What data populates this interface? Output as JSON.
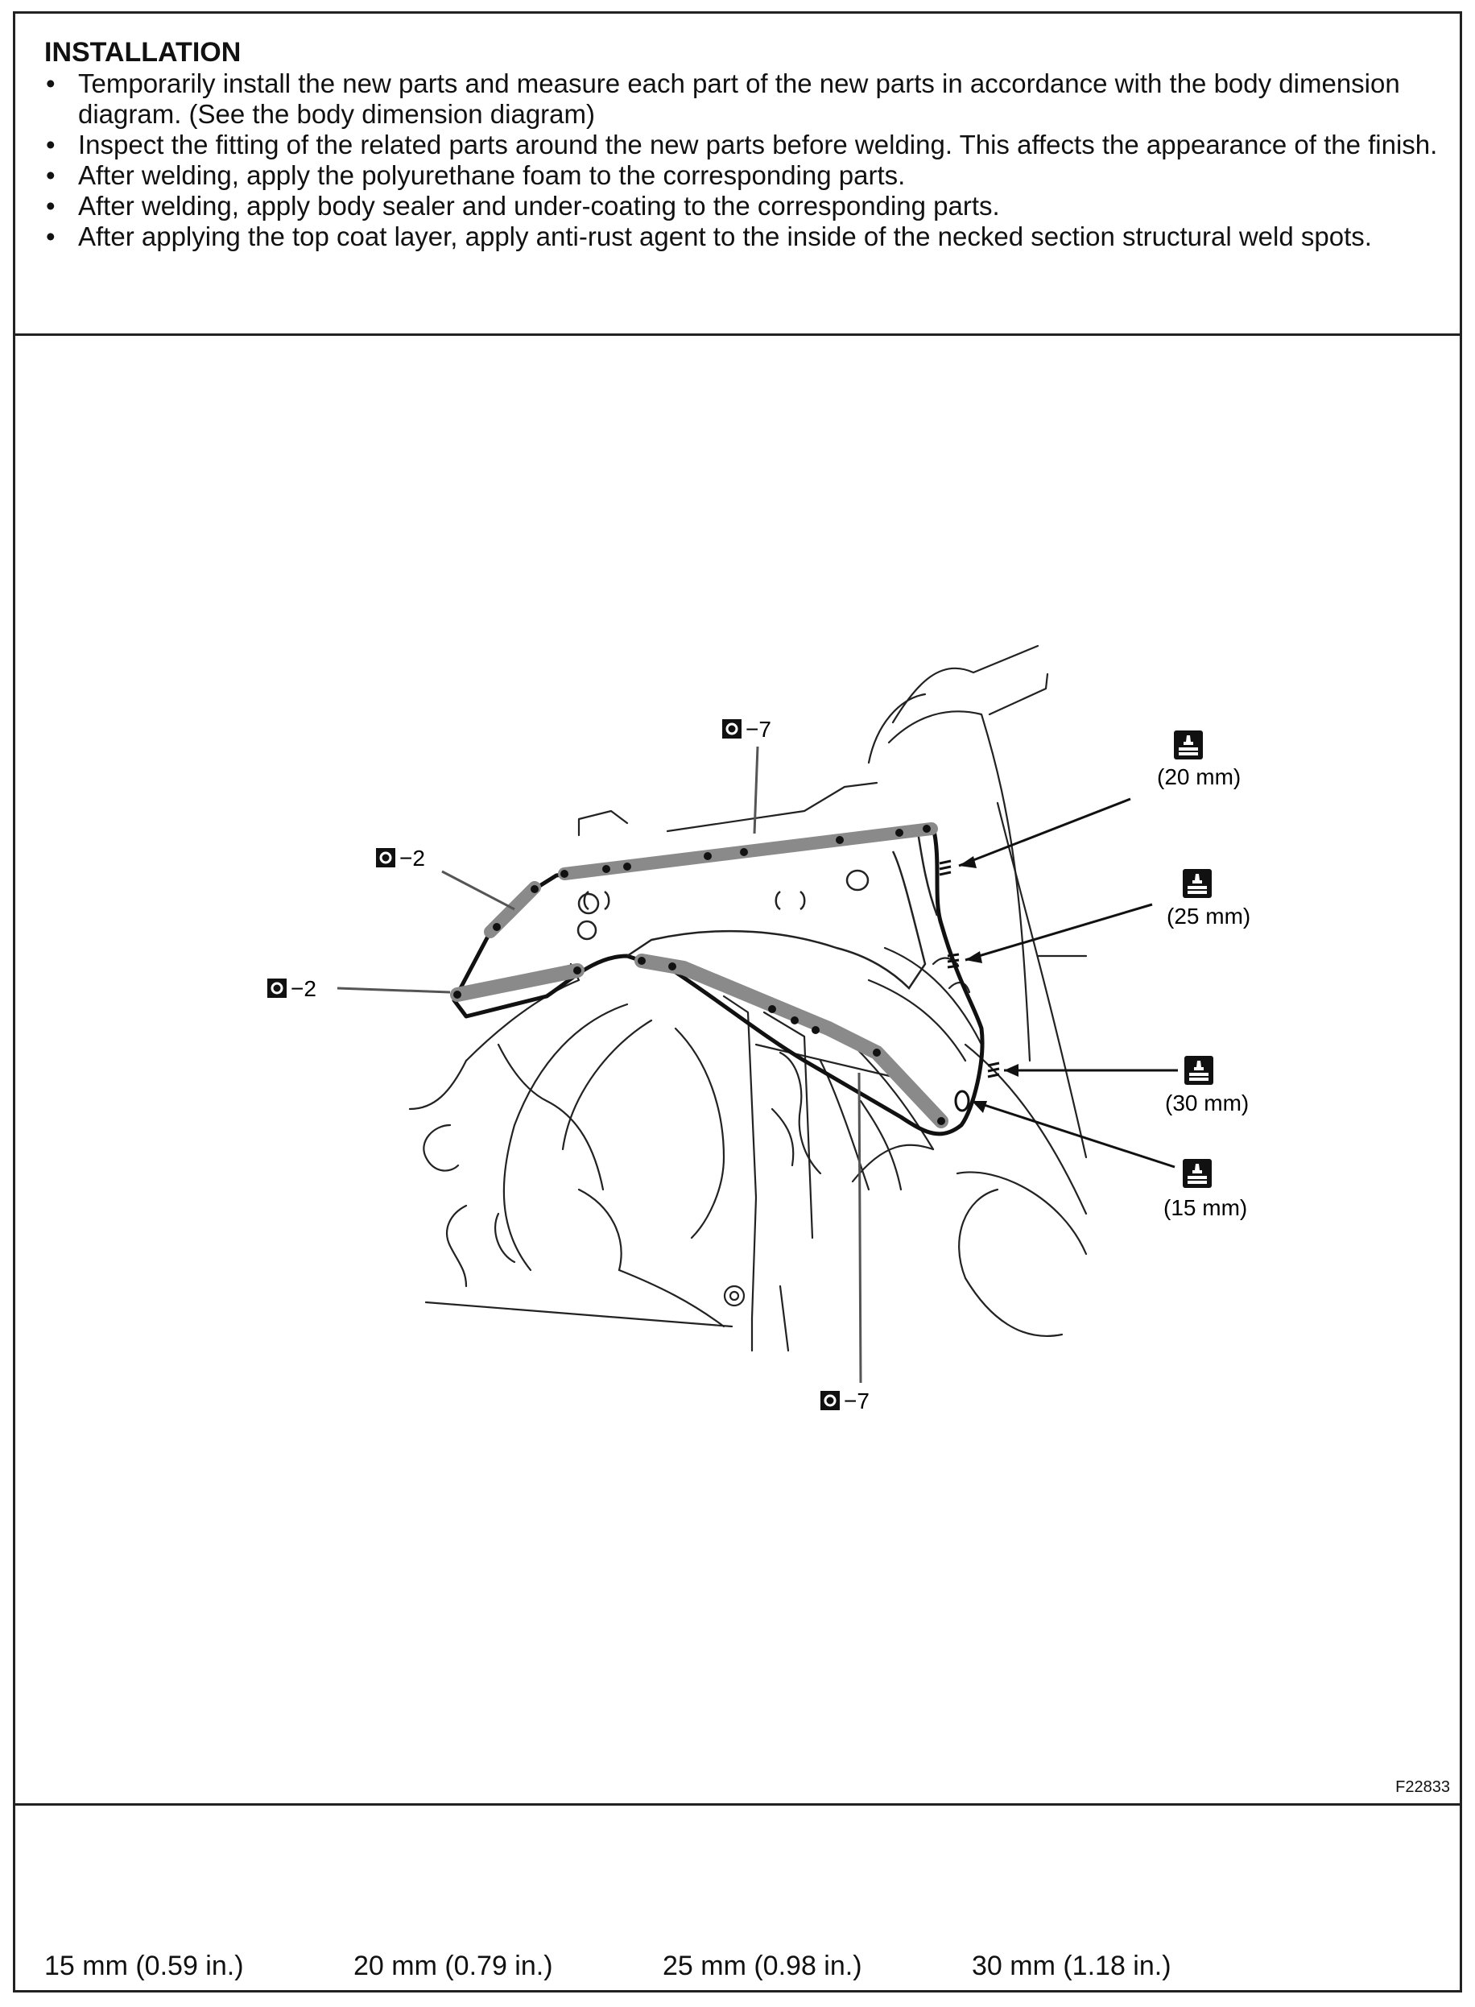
{
  "installation": {
    "title": "INSTALLATION",
    "bullet_symbol": "•",
    "bullets": [
      "Temporarily install the new parts and measure each part of the new parts in accordance with the body dimension diagram. (See the body dimension diagram)",
      "Inspect the fitting of the related parts around the new parts before welding. This affects the appearance of the finish.",
      "After welding, apply the polyurethane foam to the corresponding parts.",
      "After welding, apply body sealer and under-coating to the corresponding parts.",
      "After applying the top coat layer, apply anti-rust agent to the inside of the necked section structural weld spots."
    ]
  },
  "figure": {
    "code": "F22833",
    "callouts": {
      "weld_top": "−7",
      "weld_upper_left": "−2",
      "weld_left": "−2",
      "weld_bottom": "−7"
    },
    "sealer_labels": [
      "(20 mm)",
      "(25 mm)",
      "(30 mm)",
      "(15 mm)"
    ]
  },
  "legend": {
    "items": [
      "15 mm (0.59 in.)",
      "20 mm (0.79 in.)",
      "25 mm (0.98 in.)",
      "30 mm (1.18 in.)"
    ]
  }
}
